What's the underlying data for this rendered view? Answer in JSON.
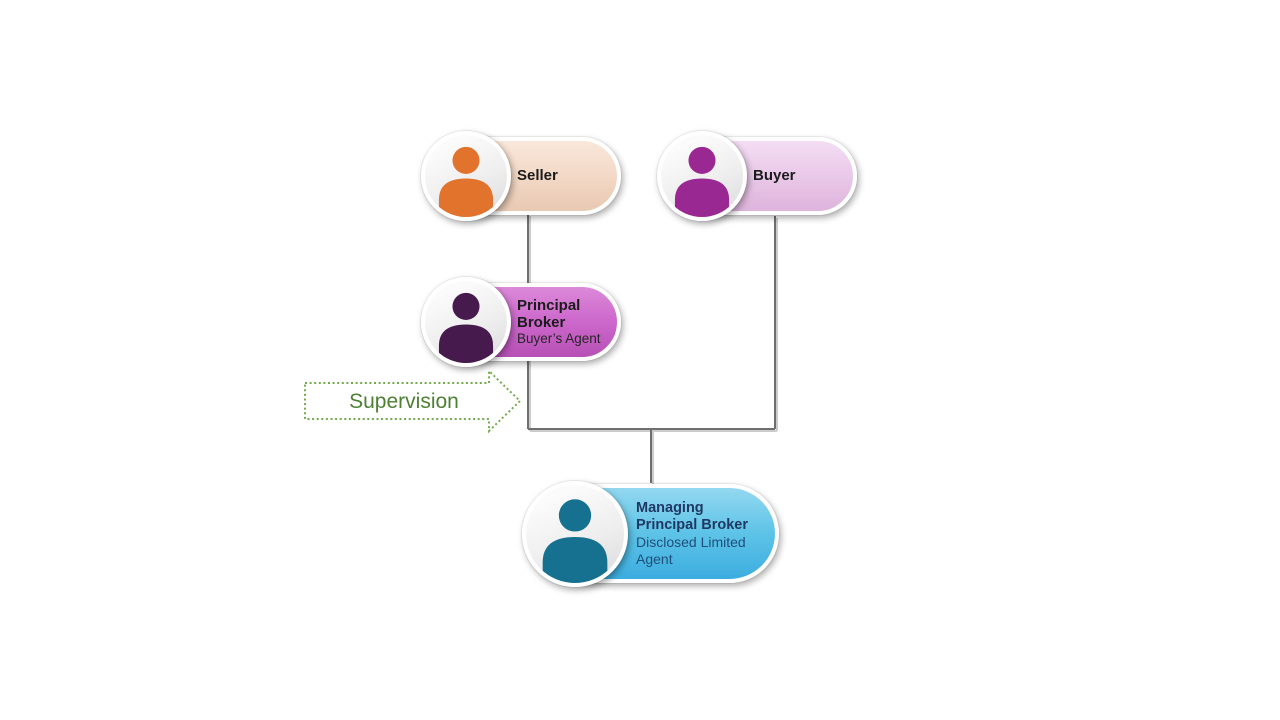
{
  "diagram": {
    "background_color": "#ffffff",
    "connector_color": "#6f6f6f",
    "connector_shadow_color": "#cccccc"
  },
  "nodes": {
    "seller": {
      "title": "Seller",
      "fill_color": "#f2d8c6",
      "icon": "person-icon",
      "icon_color": "#e2732d"
    },
    "buyer": {
      "title": "Buyer",
      "fill_color": "#eac9e9",
      "icon": "person-icon",
      "icon_color": "#9a2892"
    },
    "principal_broker": {
      "title": "Principal\nBroker",
      "subtitle": "Buyer’s Agent",
      "fill_color": "#cd68cc",
      "icon": "person-icon",
      "icon_color": "#471a4d"
    },
    "managing_principal_broker": {
      "title": "Managing\nPrincipal Broker",
      "subtitle": "Disclosed Limited\nAgent",
      "fill_color": "#5fc4e7",
      "icon": "person-icon",
      "icon_color": "#15718f",
      "title_color": "#1f3864",
      "subtitle_color": "#1f4e79"
    }
  },
  "supervision": {
    "label": "Supervision",
    "text_color": "#4e8033",
    "outline_color": "#74ab4c",
    "outline_style": "dotted"
  }
}
